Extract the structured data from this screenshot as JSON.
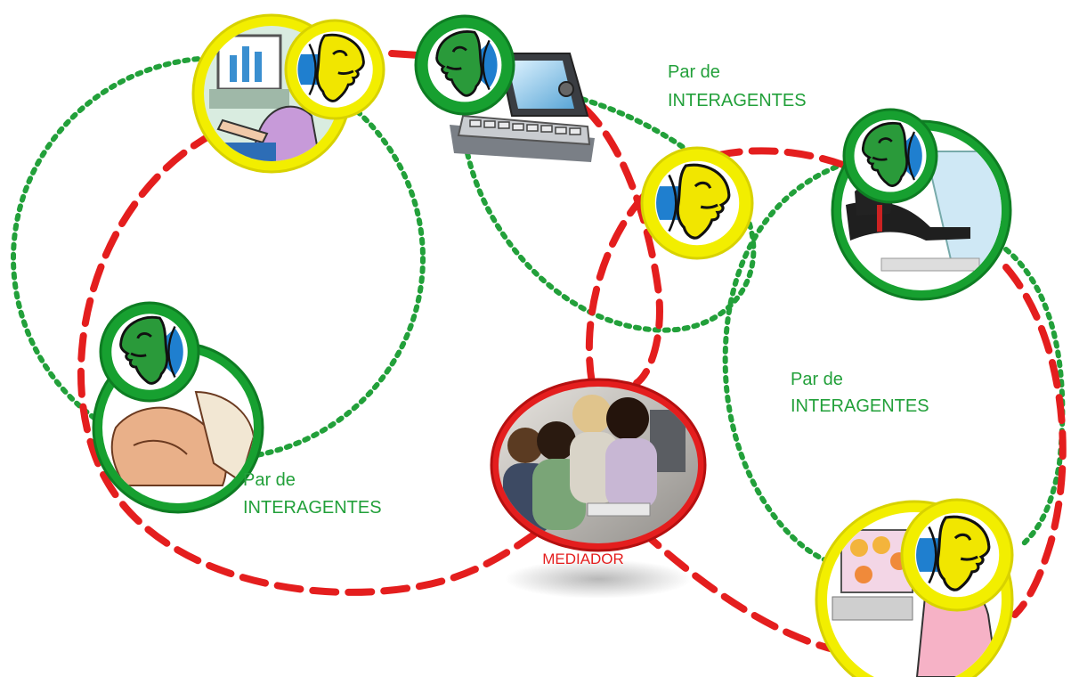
{
  "colors": {
    "pair_green": "#22a03a",
    "mediator_red": "#e41e1e",
    "ring_yellow": "#f2ee00",
    "ring_green": "#17a030"
  },
  "labels": {
    "pair_top_line1": "Par de",
    "pair_top_line2": "INTERAGENTES",
    "pair_right_line1": "Par de",
    "pair_right_line2": "INTERAGENTES",
    "pair_left_line1": "Par de",
    "pair_left_line2": "INTERAGENTES",
    "mediator": "MEDIADOR"
  },
  "nodes": [
    {
      "id": "top-left",
      "ring": "yellow",
      "picture": "person-at-computer-clipart",
      "badge": "talking-face-icon",
      "badge_ring": "yellow"
    },
    {
      "id": "top-center-device",
      "ring": "none",
      "picture": "smartphone-keyboard-device",
      "badge": "talking-face-icon",
      "badge_ring": "green"
    },
    {
      "id": "center-face",
      "ring": "yellow",
      "picture": "none",
      "badge": "talking-face-icon",
      "badge_ring": "yellow"
    },
    {
      "id": "top-right",
      "ring": "green",
      "picture": "person-at-laptop-clipart",
      "badge": "talking-face-icon",
      "badge_ring": "green"
    },
    {
      "id": "left",
      "ring": "green",
      "picture": "person-reading-clipart",
      "badge": "talking-face-icon",
      "badge_ring": "green"
    },
    {
      "id": "mediator",
      "ring": "red",
      "picture": "students-at-computers-photo",
      "badge": "none",
      "badge_ring": "none"
    },
    {
      "id": "bottom-right",
      "ring": "yellow",
      "picture": "person-with-faces-screen-clipart",
      "badge": "talking-face-icon",
      "badge_ring": "yellow"
    }
  ]
}
